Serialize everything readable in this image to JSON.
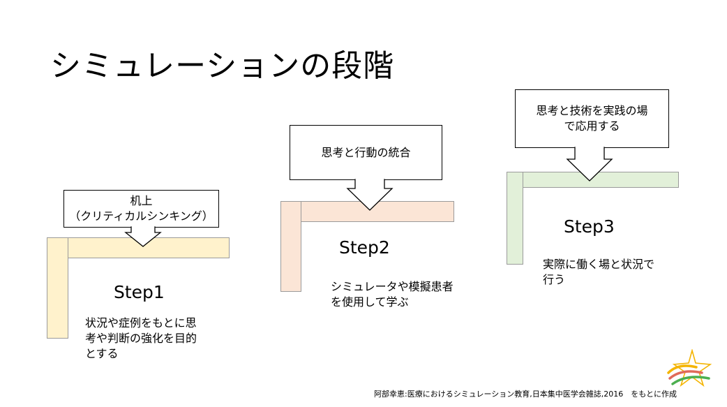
{
  "title": "シミュレーションの段階",
  "steps": [
    {
      "label": "Step1",
      "callout": [
        "机上",
        "（クリティカルシンキング）"
      ],
      "description": [
        "状況や症例をもとに思",
        "考や判断の強化を目的",
        "とする"
      ],
      "color": "#fff2cc"
    },
    {
      "label": "Step2",
      "callout": [
        "思考と行動の統合"
      ],
      "description": [
        "シミュレータや模擬患者",
        "を使用して学ぶ"
      ],
      "color": "#fbe5d6"
    },
    {
      "label": "Step3",
      "callout": [
        "思考と技術を実践の場",
        "で応用する"
      ],
      "description": [
        "実際に働く場と状況で",
        "行う"
      ],
      "color": "#e2f0d9"
    }
  ],
  "source": "阿部幸恵:医療におけるシミュレーション教育,日本集中医学会雑誌,2016　をもとに作成",
  "logo_icon": "star-logo-icon"
}
